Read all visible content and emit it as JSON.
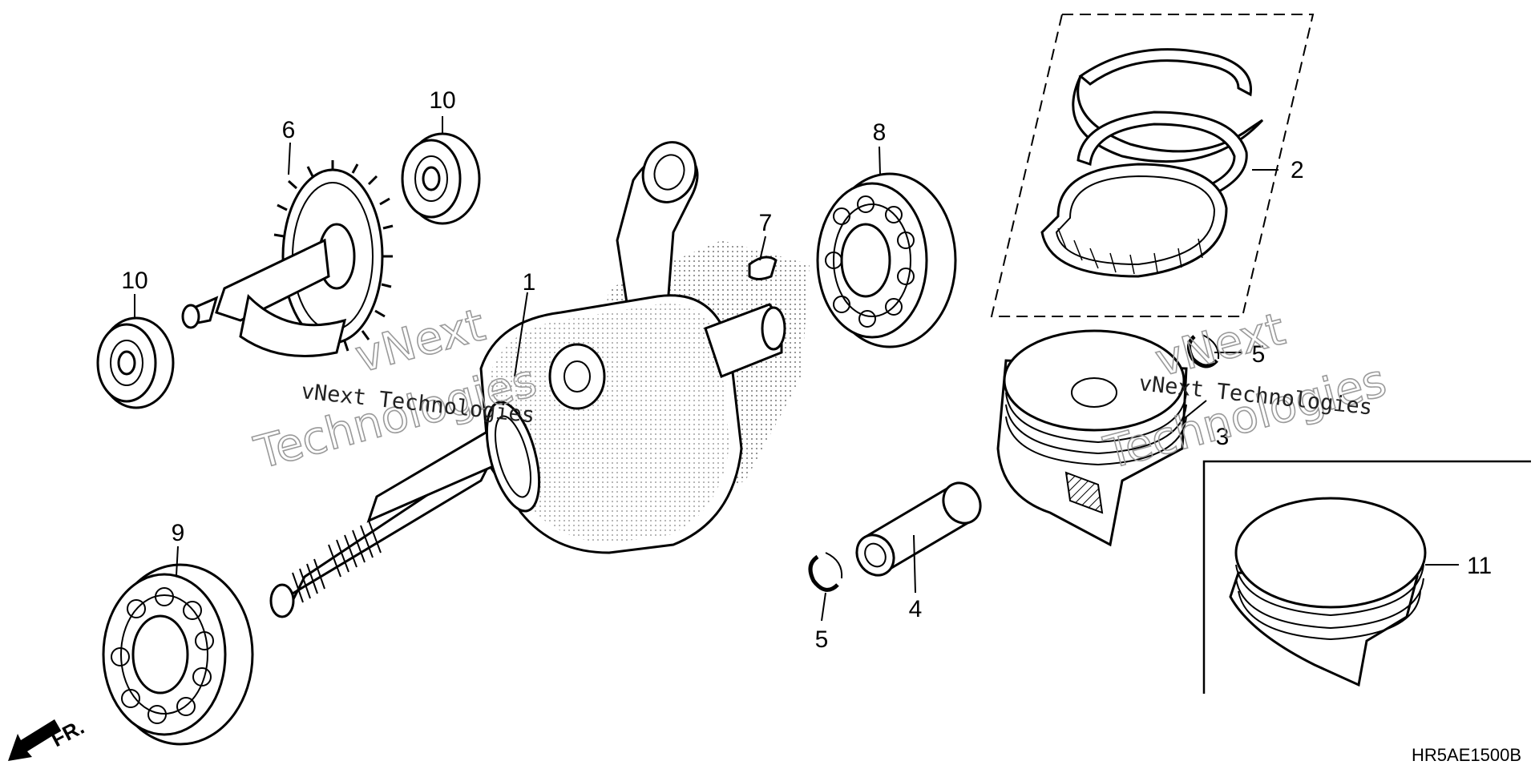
{
  "diagram": {
    "drawing_code": "HR5AE1500B",
    "front_marker": "FR.",
    "watermark": {
      "small_text": "vNext Technologies",
      "big_line1": "vNext",
      "big_line2": "Technologies"
    },
    "callouts": [
      {
        "id": "1",
        "label": "1"
      },
      {
        "id": "2",
        "label": "2"
      },
      {
        "id": "3",
        "label": "3"
      },
      {
        "id": "4",
        "label": "4"
      },
      {
        "id": "5a",
        "label": "5"
      },
      {
        "id": "5b",
        "label": "5"
      },
      {
        "id": "6",
        "label": "6"
      },
      {
        "id": "7",
        "label": "7"
      },
      {
        "id": "8",
        "label": "8"
      },
      {
        "id": "9",
        "label": "9"
      },
      {
        "id": "10a",
        "label": "10"
      },
      {
        "id": "10b",
        "label": "10"
      },
      {
        "id": "11",
        "label": "11"
      }
    ]
  }
}
